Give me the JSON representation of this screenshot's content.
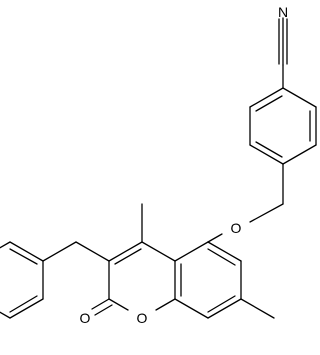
{
  "molecule": {
    "atom_labels": {
      "nitrogen": "N",
      "ether_oxygen": "O",
      "carbonyl_oxygen": "O",
      "ring_oxygen": "O"
    }
  }
}
